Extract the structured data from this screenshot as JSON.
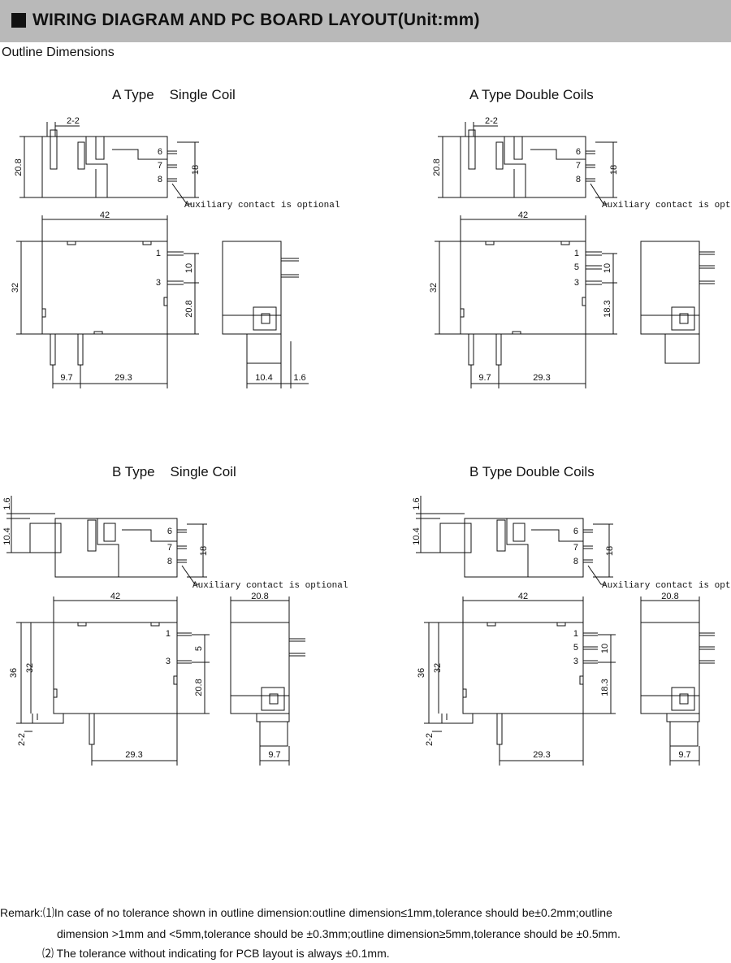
{
  "header": {
    "title": "WIRING DIAGRAM AND PC BOARD LAYOUT(Unit:mm)"
  },
  "subtitle": "Outline Dimensions",
  "quadrants": [
    {
      "title": "A Type    Single Coil",
      "top_view": {
        "pin_pitch": "2-2",
        "height": "20.8",
        "pin_span": "18",
        "pins": [
          "6",
          "7",
          "8"
        ],
        "note": "Auxiliary contact is optional"
      },
      "front_view": {
        "width": "42",
        "height": "32",
        "pins": [
          "1",
          "3"
        ],
        "pin_gap": "10",
        "pin_offset": "20.8",
        "bottom_left": "9.7",
        "bottom_right": "29.3"
      },
      "side_view": {
        "bottom_left": "10.4",
        "bottom_right": "1.6"
      }
    },
    {
      "title": "A Type Double Coils",
      "top_view": {
        "pin_pitch": "2-2",
        "height": "20.8",
        "pin_span": "18",
        "pins": [
          "6",
          "7",
          "8"
        ],
        "note": "Auxiliary contact is optional"
      },
      "front_view": {
        "width": "42",
        "height": "32",
        "pins": [
          "1",
          "5",
          "3"
        ],
        "pin_gap": "10",
        "pin_offset": "18.3",
        "bottom_left": "9.7",
        "bottom_right": "29.3"
      }
    },
    {
      "title": "B Type    Single Coil",
      "top_view": {
        "top_offset": "1.6",
        "height": "10.4",
        "pin_span": "18",
        "pins": [
          "6",
          "7",
          "8"
        ],
        "note": "Auxiliary contact is optional"
      },
      "front_view": {
        "width": "42",
        "outer_height": "36",
        "height": "32",
        "pins": [
          "1",
          "3"
        ],
        "pin_gap": "5",
        "pin_offset": "20.8",
        "pin_pitch": "2-2",
        "bottom_right": "29.3"
      },
      "side_view": {
        "width": "20.8",
        "bottom": "9.7"
      }
    },
    {
      "title": "B Type Double Coils",
      "top_view": {
        "top_offset": "1.6",
        "height": "10.4",
        "pin_span": "18",
        "pins": [
          "6",
          "7",
          "8"
        ],
        "note": "Auxiliary contact is optional"
      },
      "front_view": {
        "width": "42",
        "outer_height": "36",
        "height": "32",
        "pins": [
          "1",
          "5",
          "3"
        ],
        "pin_gap": "10",
        "pin_offset": "18.3",
        "pin_pitch": "2-2",
        "bottom_right": "29.3"
      },
      "side_view": {
        "width": "20.8",
        "bottom": "9.7"
      }
    }
  ],
  "remarks": {
    "line1": "Remark:⑴In case of no tolerance shown in outline dimension:outline dimension≤1mm,tolerance should be±0.2mm;outline",
    "line1b": "dimension >1mm and <5mm,tolerance should be ±0.3mm;outline dimension≥5mm,tolerance should be ±0.5mm.",
    "line2": "⑵ The tolerance without indicating for PCB layout is always ±0.1mm."
  }
}
